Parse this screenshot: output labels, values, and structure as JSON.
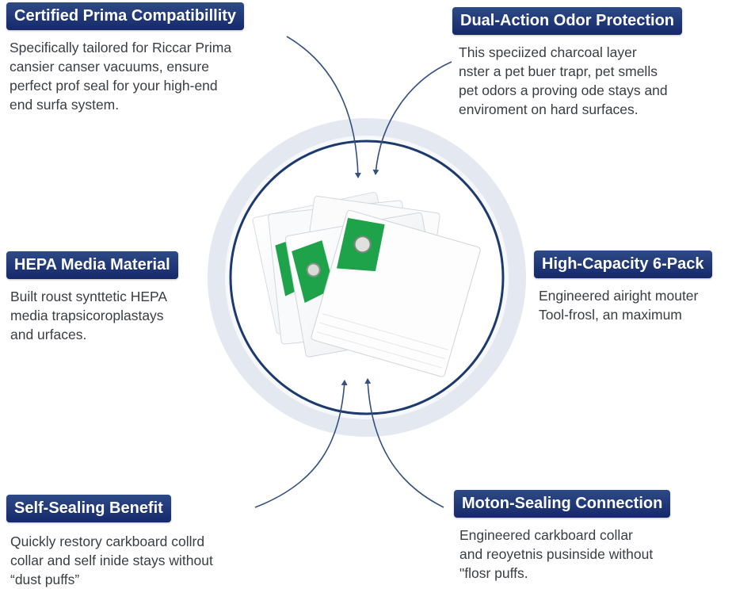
{
  "colors": {
    "badge_top": "#2d4a86",
    "badge_bottom": "#16296a",
    "ring_outer": "#e6eaf1",
    "ring_inner": "#1d3a70",
    "bag_green": "#1fa34a",
    "bag_white": "#f7f8fa",
    "arrow": "#34507f",
    "text": "#3a3d42"
  },
  "product": {
    "image": "vacuum-bags-6-pack-illustration"
  },
  "features": {
    "top_left": {
      "title": "Certified Prima Compatibillity",
      "lines": [
        "Specifically tailored for Riccar Prima",
        "cansier canser vacuums, ensure",
        "perfect prof seal for your high-end",
        "end surfa system."
      ]
    },
    "top_right": {
      "title": "Dual-Action Odor Protection",
      "lines": [
        "This speciized charcoal layer",
        "nster a pet buer trapr, pet smells",
        "pet odors a proving ode stays and",
        "enviroment on hard surfaces."
      ]
    },
    "middle_left": {
      "title": "HEPA Media Material",
      "lines": [
        "Built roust synttetic HEPA",
        "media trapsicoroplastays",
        "and urfaces."
      ]
    },
    "middle_right": {
      "title": "High-Capacity 6-Pack",
      "lines": [
        "Engineered airight mouter",
        "Tool-frosl, an maximum"
      ]
    },
    "bottom_left": {
      "title": "Self-Sealing Benefit",
      "lines": [
        "Quickly restory carkboard collrd",
        "collar and self inide stays without",
        "“dust puffs”"
      ]
    },
    "bottom_right": {
      "title": "Moton-Sealing Connection",
      "lines": [
        "Engineered carkboard collar",
        "and reoyetnis pusinside without",
        "\"flosr puffs."
      ]
    }
  }
}
